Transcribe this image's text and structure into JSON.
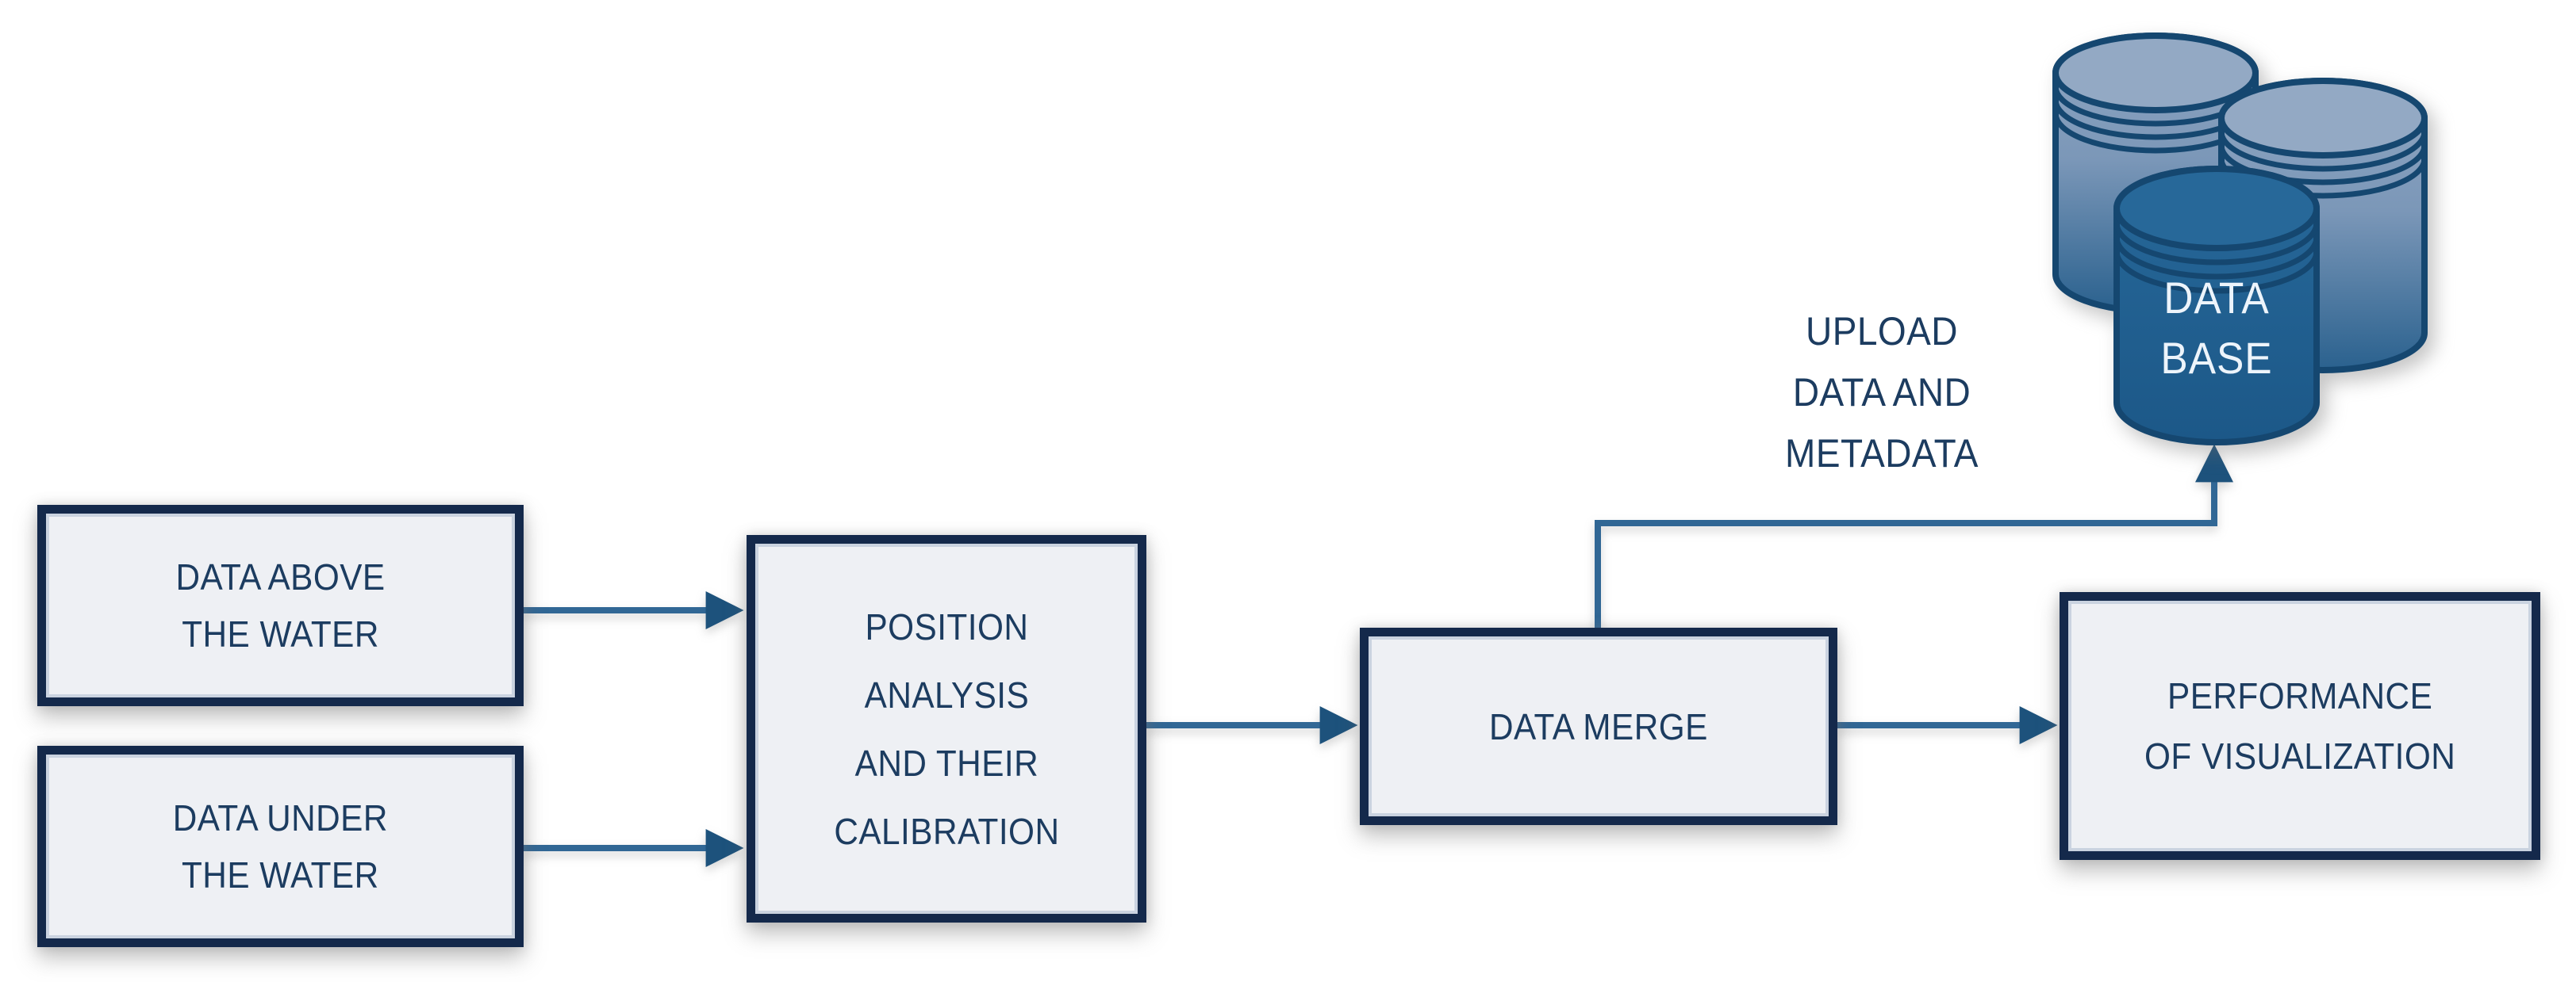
{
  "diagram": {
    "boxes": [
      {
        "id": "data-above-water",
        "label": "DATA ABOVE\nTHE WATER"
      },
      {
        "id": "data-under-water",
        "label": "DATA UNDER\nTHE WATER"
      },
      {
        "id": "position-analysis",
        "label": "POSITION\nANALYSIS\nAND THEIR\nCALIBRATION"
      },
      {
        "id": "data-merge",
        "label": "DATA MERGE"
      },
      {
        "id": "performance-of-visualization",
        "label": "PERFORMANCE\nOF VISUALIZATION"
      }
    ],
    "annotations": {
      "upload": "UPLOAD\nDATA AND\nMETADATA",
      "database": "DATA\nBASE"
    },
    "colors": {
      "background": "#ffffff",
      "box_fill": "#eef0f4",
      "box_border": "#14294b",
      "box_text": "#1c3c60",
      "arrow_line": "#316795",
      "arrow_head": "#1d527c",
      "cylinder_outline": "#154770",
      "cylinder_front_top": "#276899",
      "cylinder_front_bottom": "#1c5888",
      "cylinder_back_top": "#8fa6c1",
      "cylinder_back_bottom": "#2a618e",
      "database_text": "#edf4fb"
    }
  }
}
